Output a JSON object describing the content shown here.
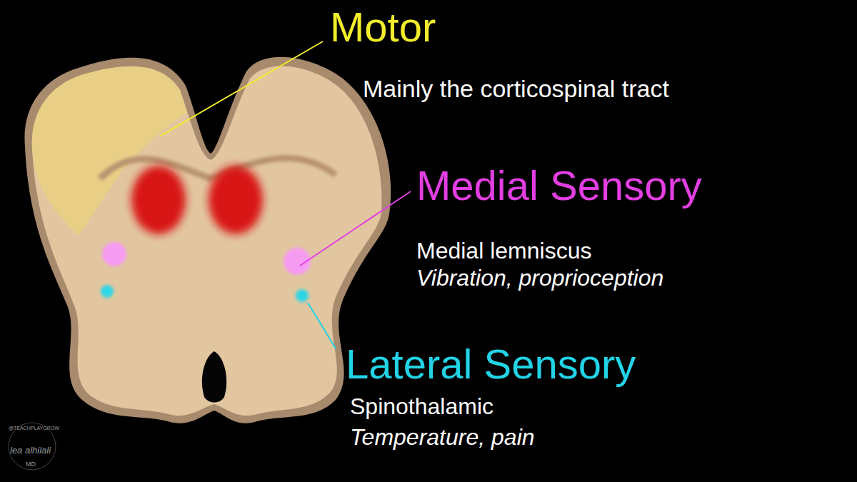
{
  "diagram": {
    "labels": [
      "Motor",
      "Mainly the corticospinal tract",
      "Medial Sensory",
      "Medial lemniscus",
      "Vibration, proprioception",
      "Lateral Sensory",
      "Spinothalamic",
      "Temperature, pain",
      "@TEACHPLAYGROW",
      "lea alhilali",
      "MD"
    ]
  }
}
